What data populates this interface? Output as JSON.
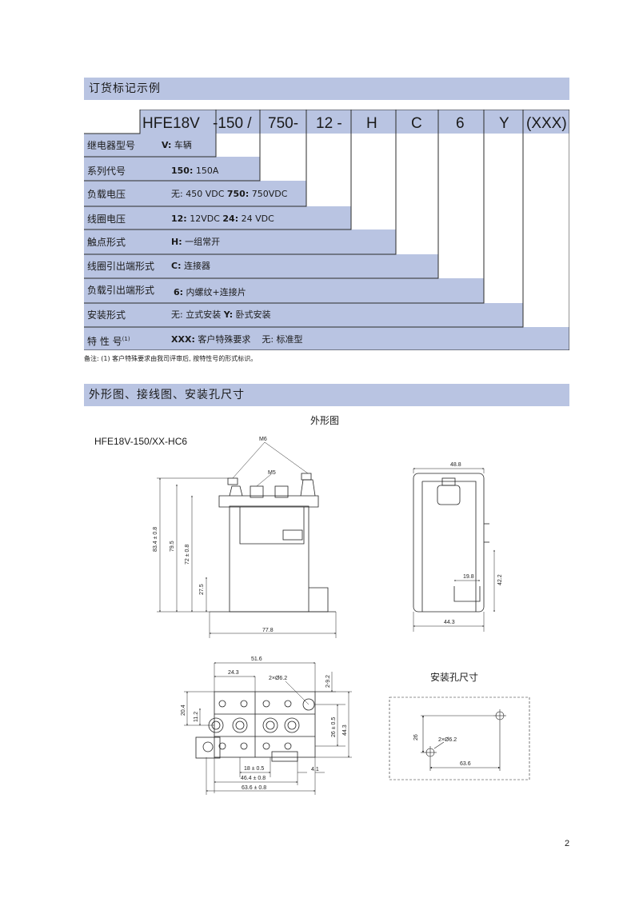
{
  "section1": {
    "title": "订货标记示例",
    "code": [
      "HFE18V",
      "-150 /",
      "750-",
      "12 -",
      "H",
      "C",
      "6",
      "Y",
      "(XXX)"
    ],
    "rows": [
      {
        "label": "继电器型号",
        "val": [
          {
            "b": "V:",
            "t": " 车辆"
          }
        ]
      },
      {
        "label": "系列代号",
        "val": [
          {
            "b": "150:",
            "t": " 150A"
          }
        ]
      },
      {
        "label": "负载电压",
        "val": [
          {
            "b": "",
            "t": "无: 450 VDC "
          },
          {
            "b": "750:",
            "t": " 750VDC"
          }
        ]
      },
      {
        "label": "线圈电压",
        "val": [
          {
            "b": "12:",
            "t": " 12VDC "
          },
          {
            "b": "24:",
            "t": " 24 VDC"
          }
        ]
      },
      {
        "label": "触点形式",
        "val": [
          {
            "b": "H:",
            "t": " 一组常开"
          }
        ]
      },
      {
        "label": "线圈引出端形式",
        "val": [
          {
            "b": "C:",
            "t": " 连接器"
          }
        ]
      },
      {
        "label": "负载引出端形式",
        "val": [
          {
            "b": "6:",
            "t": " 内螺纹+连接片"
          }
        ]
      },
      {
        "label": "安装形式",
        "val": [
          {
            "b": "",
            "t": "无: 立式安装 "
          },
          {
            "b": "Y:",
            "t": " 卧式安装"
          }
        ]
      },
      {
        "label": "特 性 号",
        "sup": "(1)",
        "val": [
          {
            "b": "XXX:",
            "t": " 客户特殊要求 "
          },
          {
            "b": "",
            "t": "无: 标准型"
          }
        ]
      }
    ],
    "note": "备注: (1) 客户特殊要求由我司评审后, 按特性号的形式标识。"
  },
  "section2": {
    "title": "外形图、接线图、安装孔尺寸",
    "outline_caption": "外形图",
    "model": "HFE18V-150/XX-HC6",
    "mount_caption": "安装孔尺寸"
  },
  "dims": {
    "m6": "M6",
    "m5": "M5",
    "h834": "83.4 ± 0.8",
    "h795": "79.5",
    "h72": "72 ± 0.8",
    "h275": "27.5",
    "w778": "77.8",
    "w488": "48.8",
    "w198": "19.8",
    "h422": "42.2",
    "w443": "44.3",
    "w516": "51.6",
    "w243": "24.3",
    "hole2": "2×Ø6.2",
    "d92": "2-9.2",
    "d204": "20.4",
    "d112": "11.2",
    "d26": "26 ± 0.5",
    "d443v": "44.3",
    "d18": "18 ± 0.5",
    "d464": "46.4 ± 0.8",
    "d41": "4.1",
    "d636": "63.6 ± 0.8",
    "mh26": "26",
    "mhole": "2×Ø6.2",
    "mw636": "63.6"
  },
  "page_number": "2"
}
